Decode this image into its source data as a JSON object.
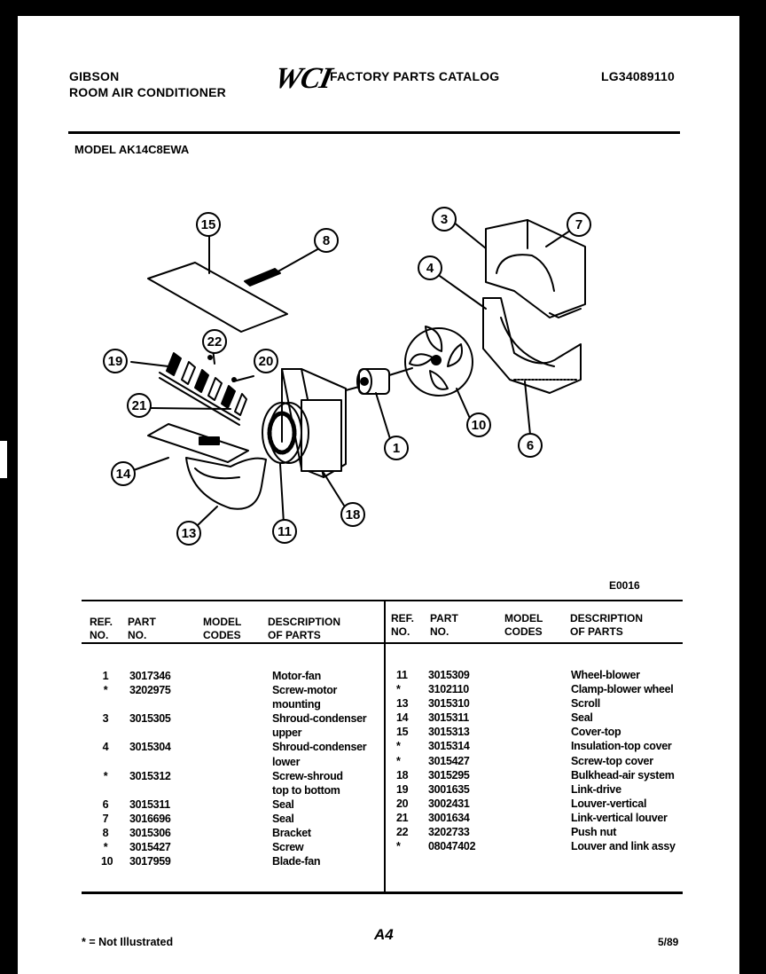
{
  "header": {
    "brand": "GIBSON",
    "product": "ROOM AIR CONDITIONER",
    "logo_text": "WCI",
    "catalog_title": "FACTORY PARTS CATALOG",
    "catalog_number": "LG34089110",
    "model": "MODEL AK14C8EWA"
  },
  "diagram": {
    "figure_code": "E0016",
    "callouts": [
      "15",
      "8",
      "3",
      "7",
      "4",
      "19",
      "22",
      "20",
      "21",
      "1",
      "10",
      "6",
      "14",
      "13",
      "11",
      "18"
    ]
  },
  "table": {
    "headers": {
      "ref": "REF.\nNO.",
      "part": "PART\nNO.",
      "model": "MODEL\nCODES",
      "desc": "DESCRIPTION\nOF PARTS"
    },
    "left": {
      "refs": "1\n*\n\n3\n\n4\n\n*\n\n6\n7\n8\n*\n10",
      "parts": "3017346\n3202975\n\n3015305\n\n3015304\n\n3015312\n\n3015311\n3016696\n3015306\n3015427\n3017959",
      "descriptions": "Motor-fan\nScrew-motor\nmounting\nShroud-condenser\nupper\nShroud-condenser\nlower\nScrew-shroud\ntop to bottom\nSeal\nSeal\nBracket\nScrew\nBlade-fan"
    },
    "right": {
      "refs": "11\n*\n13\n14\n15\n*\n*\n18\n19\n20\n21\n22\n*",
      "parts": "3015309\n3102110\n3015310\n3015311\n3015313\n3015314\n3015427\n3015295\n3001635\n3002431\n3001634\n3202733\n08047402",
      "descriptions": "Wheel-blower\nClamp-blower wheel\nScroll\nSeal\nCover-top\nInsulation-top cover\nScrew-top cover\nBulkhead-air system\nLink-drive\nLouver-vertical\nLink-vertical louver\nPush nut\nLouver and link assy"
    }
  },
  "footer": {
    "note": "* = Not Illustrated",
    "page": "A4",
    "date": "5/89"
  }
}
